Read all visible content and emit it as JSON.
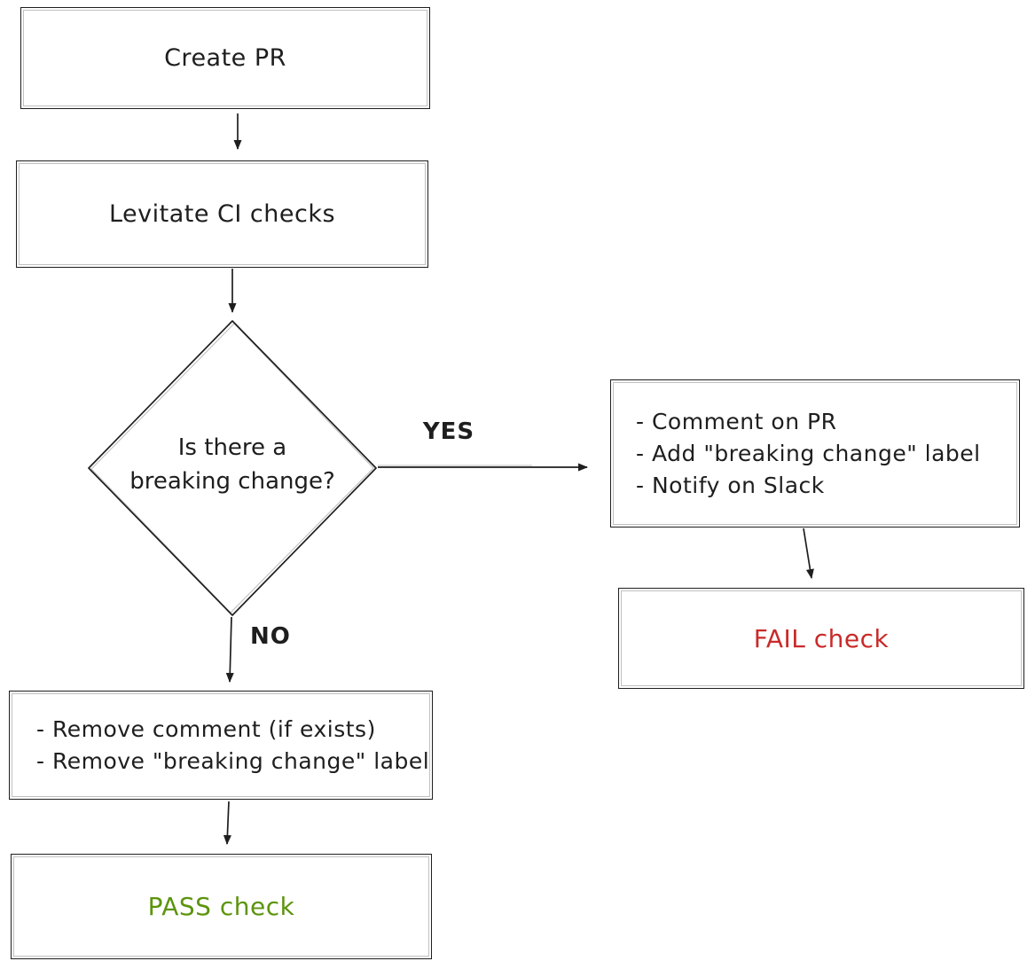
{
  "colors": {
    "stroke": "#1e1e1e",
    "fail": "#c92a2a",
    "pass": "#5c940d",
    "bg": "#ffffff"
  },
  "nodes": {
    "create_pr": {
      "label": "Create PR"
    },
    "ci_checks": {
      "label": "Levitate CI checks"
    },
    "decision": {
      "line1": "Is there a",
      "line2": "breaking change?"
    },
    "yes_actions": {
      "items": [
        "- Comment on PR",
        "- Add \"breaking change\" label",
        "- Notify on Slack"
      ]
    },
    "fail_check": {
      "label": "FAIL check"
    },
    "no_actions": {
      "items": [
        "- Remove comment (if exists)",
        "- Remove \"breaking change\" label"
      ]
    },
    "pass_check": {
      "label": "PASS check"
    }
  },
  "edge_labels": {
    "yes": "YES",
    "no": "NO"
  }
}
